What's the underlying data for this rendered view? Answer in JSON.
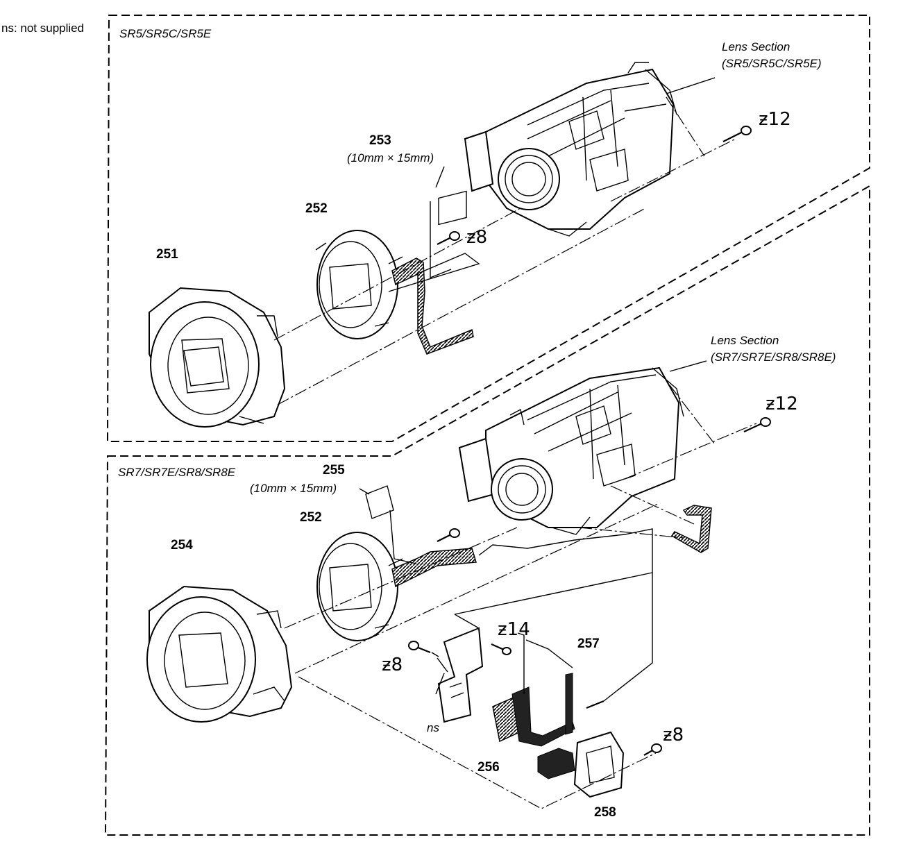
{
  "legend": {
    "ns_note": "ns: not supplied"
  },
  "upper_group": {
    "model_label": "SR5/SR5C/SR5E",
    "lens_section_title": "Lens Section",
    "lens_section_models": "(SR5/SR5C/SR5E)",
    "screw_top": "ƶ12",
    "part_253": "253",
    "part_253_size": "(10mm × 15mm)",
    "part_252": "252",
    "screw_mid": "ƶ8",
    "part_251": "251"
  },
  "lower_group": {
    "model_label": "SR7/SR7E/SR8/SR8E",
    "lens_section_title": "Lens Section",
    "lens_section_models": "(SR7/SR7E/SR8/SR8E)",
    "screw_top": "ƶ12",
    "part_255": "255",
    "part_255_size": "(10mm × 15mm)",
    "part_252": "252",
    "part_254": "254",
    "screw_14": "ƶ14",
    "part_257": "257",
    "screw_8_left": "ƶ8",
    "ns_label": "ns",
    "part_256": "256",
    "screw_8_right": "ƶ8",
    "part_258": "258"
  }
}
